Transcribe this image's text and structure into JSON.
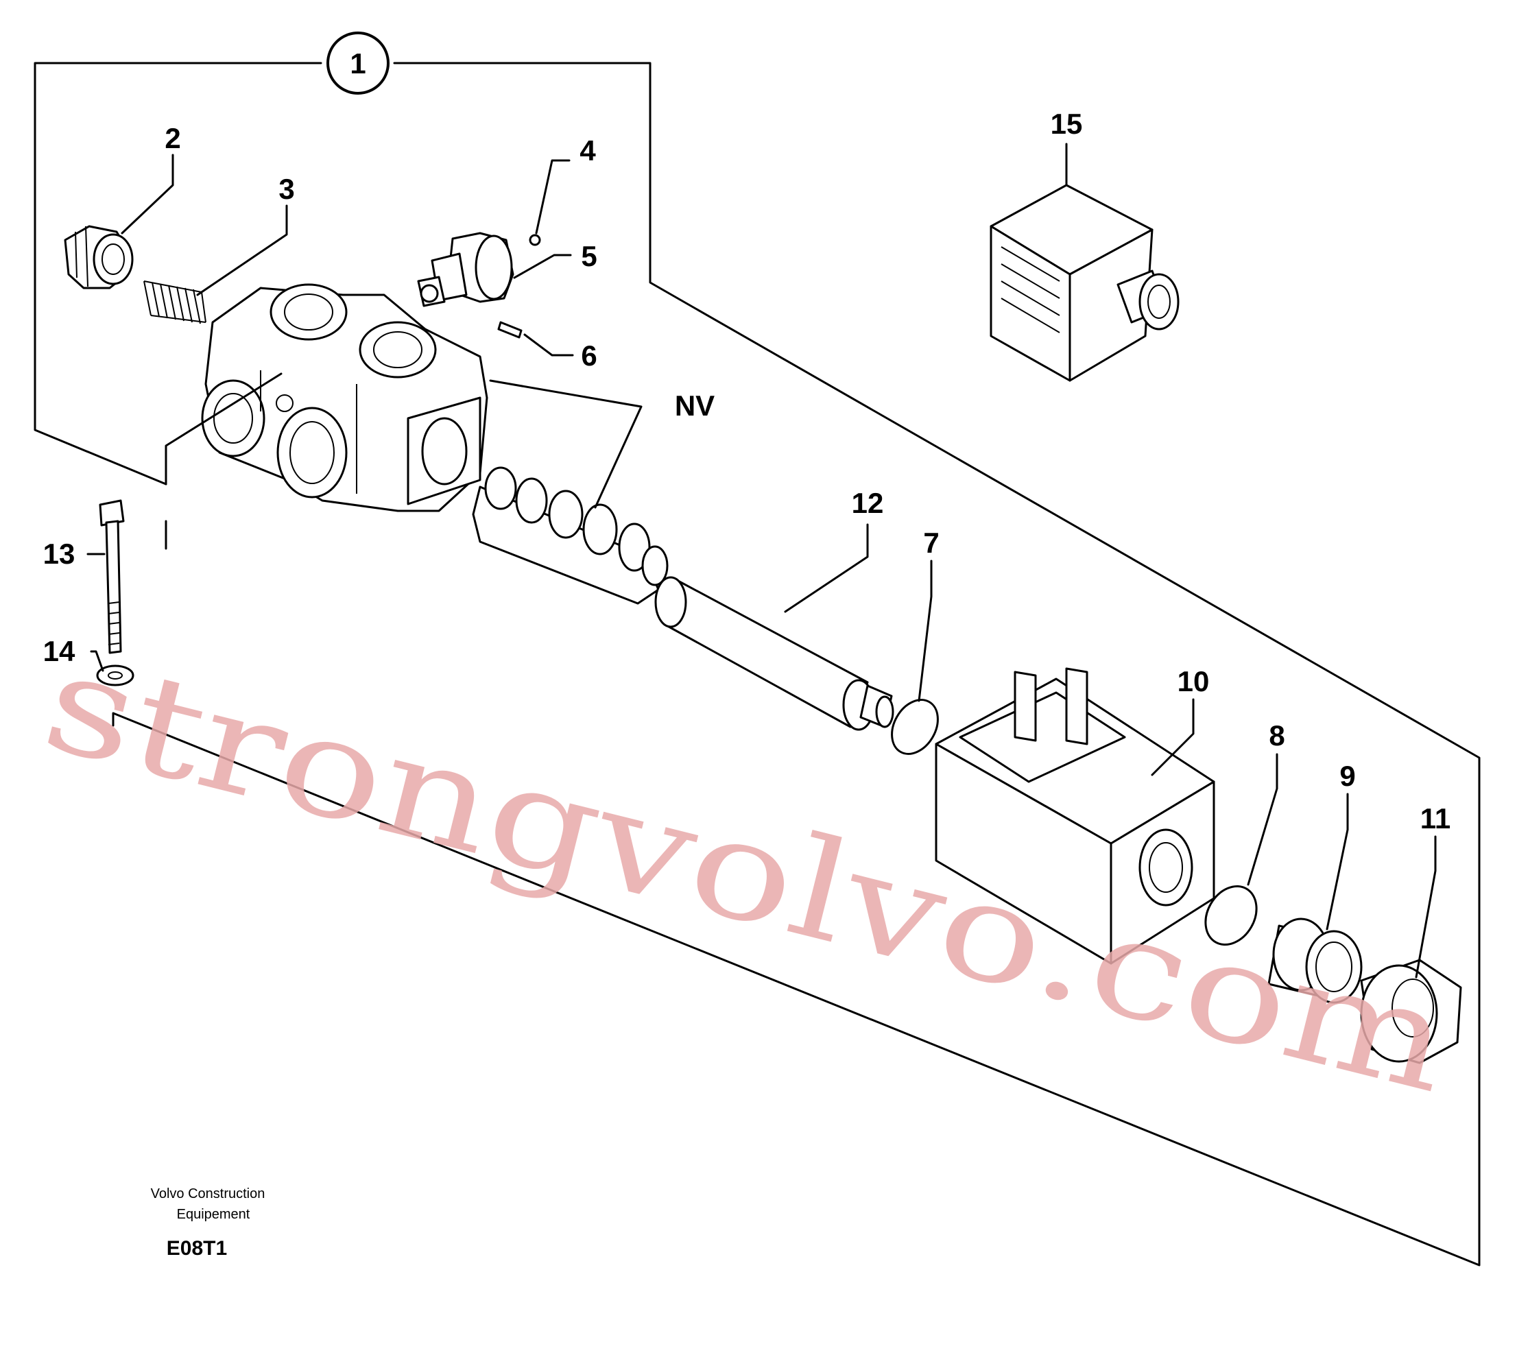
{
  "callouts": {
    "c1": "1",
    "c2": "2",
    "c3": "3",
    "c4": "4",
    "c5": "5",
    "c6": "6",
    "nv": "NV",
    "c7": "7",
    "c8": "8",
    "c9": "9",
    "c10": "10",
    "c11": "11",
    "c12": "12",
    "c13": "13",
    "c14": "14",
    "c15": "15"
  },
  "footer": {
    "line1": "Volvo Construction",
    "line2": "Equipement",
    "code": "E08T1"
  },
  "watermark": "strongvolvo.com"
}
